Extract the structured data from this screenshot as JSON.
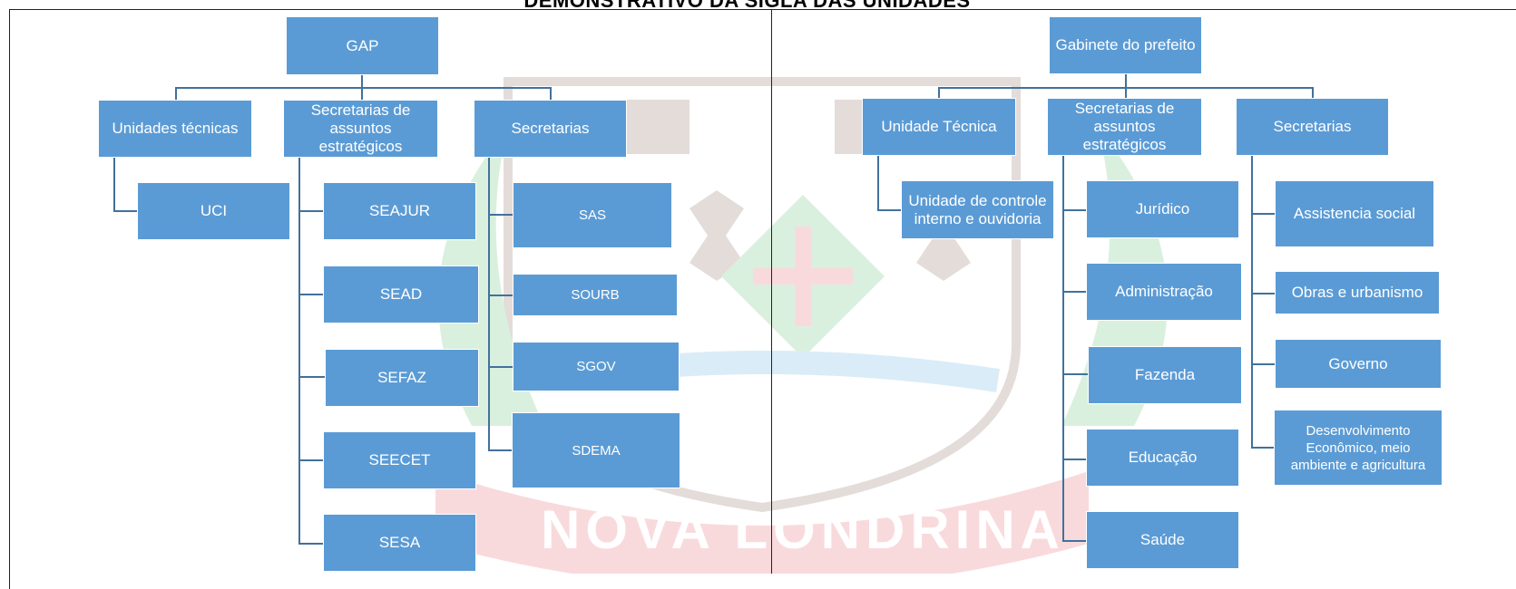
{
  "title": "DEMONSTRATIVO DA SIGLA DAS UNIDADES",
  "watermark": {
    "text": "NOVA LONDRINA",
    "colors": {
      "red": "#e0202a",
      "green": "#1ea83a",
      "blue": "#1e90d8",
      "brown": "#5a2a1a"
    }
  },
  "colors": {
    "box_fill": "#5b9bd5",
    "box_text": "#ffffff",
    "connector": "#41719c"
  },
  "left": {
    "root": "GAP",
    "branch1": {
      "label": "Unidades técnicas",
      "children": [
        "UCI"
      ]
    },
    "branch2": {
      "label": "Secretarias de assuntos estratégicos",
      "children": [
        "SEAJUR",
        "SEAD",
        "SEFAZ",
        "SEECET",
        "SESA"
      ]
    },
    "branch3": {
      "label": "Secretarias",
      "children": [
        "SAS",
        "SOURB",
        "SGOV",
        "SDEMA"
      ]
    }
  },
  "right": {
    "root": "Gabinete do prefeito",
    "branch1": {
      "label": "Unidade Técnica",
      "children": [
        "Unidade de controle interno e ouvidoria"
      ]
    },
    "branch2": {
      "label": "Secretarias de assuntos estratégicos",
      "children": [
        "Jurídico",
        "Administração",
        "Fazenda",
        "Educação",
        "Saúde"
      ]
    },
    "branch3": {
      "label": "Secretarias",
      "children": [
        "Assistencia social",
        "Obras e urbanismo",
        "Governo",
        "Desenvolvimento Econômico, meio ambiente e agricultura"
      ]
    }
  }
}
